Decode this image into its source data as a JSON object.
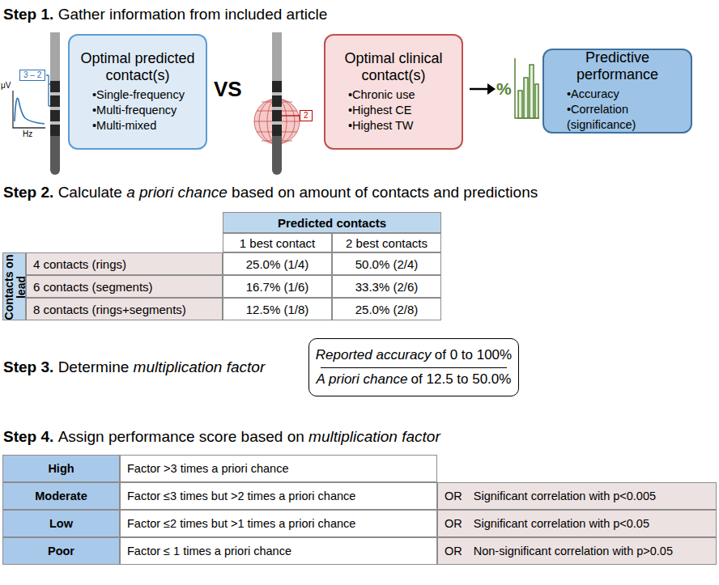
{
  "diagram": {
    "nodes": [
      {
        "text": [
          "3 – 2"
        ]
      },
      {
        "text": [
          "Optimal predicted contact(s)",
          "•Single-frequency",
          "•Multi-frequency",
          "•Multi-mixed"
        ]
      },
      {
        "text": [
          "2"
        ]
      },
      {
        "text": [
          "Optimal clinical contact(s)",
          "•Chronic use",
          "•Highest CE",
          "•Highest TW"
        ]
      },
      {
        "text": [
          "Predictive performance",
          "•Accuracy",
          "•Correlation (significance)"
        ]
      },
      {
        "text": [
          "Reported accuracy",
          "of 0 to 100%",
          "A priori chance",
          "of 12.5 to 50.0%"
        ]
      }
    ],
    "labels": [
      "Step 1.",
      "Gather information from included article",
      "μV",
      "Hz",
      "VS",
      "%",
      "Step 2.",
      "Calculate",
      "a priori chance",
      "based on amount of contacts and predictions",
      "Predicted contacts",
      "1 best contact",
      "2 best contacts",
      "Contacts on lead",
      "4 contacts (rings)",
      "25.0% (1/4)",
      "50.0% (2/4)",
      "6 contacts (segments)",
      "16.7% (1/6)",
      "33.3% (2/6)",
      "8 contacts (rings+segments)",
      "12.5% (1/8)",
      "25.0% (2/8)",
      "Step 3.",
      "Determine",
      "multiplication factor",
      "Step 4.",
      "Assign performance score based on",
      "multiplication factor",
      "High",
      "Factor >3 times a priori chance",
      "Moderate",
      "Factor ≤3 times but >2 times a priori chance",
      "OR",
      "Significant correlation with p<0.005",
      "Low",
      "Factor ≤2 times but >1 times a priori chance",
      "OR",
      "Significant correlation with p<0.05",
      "Poor",
      "Factor ≤ 1 times a priori chance",
      "OR",
      "Non-significant correlation with p>0.05"
    ]
  }
}
